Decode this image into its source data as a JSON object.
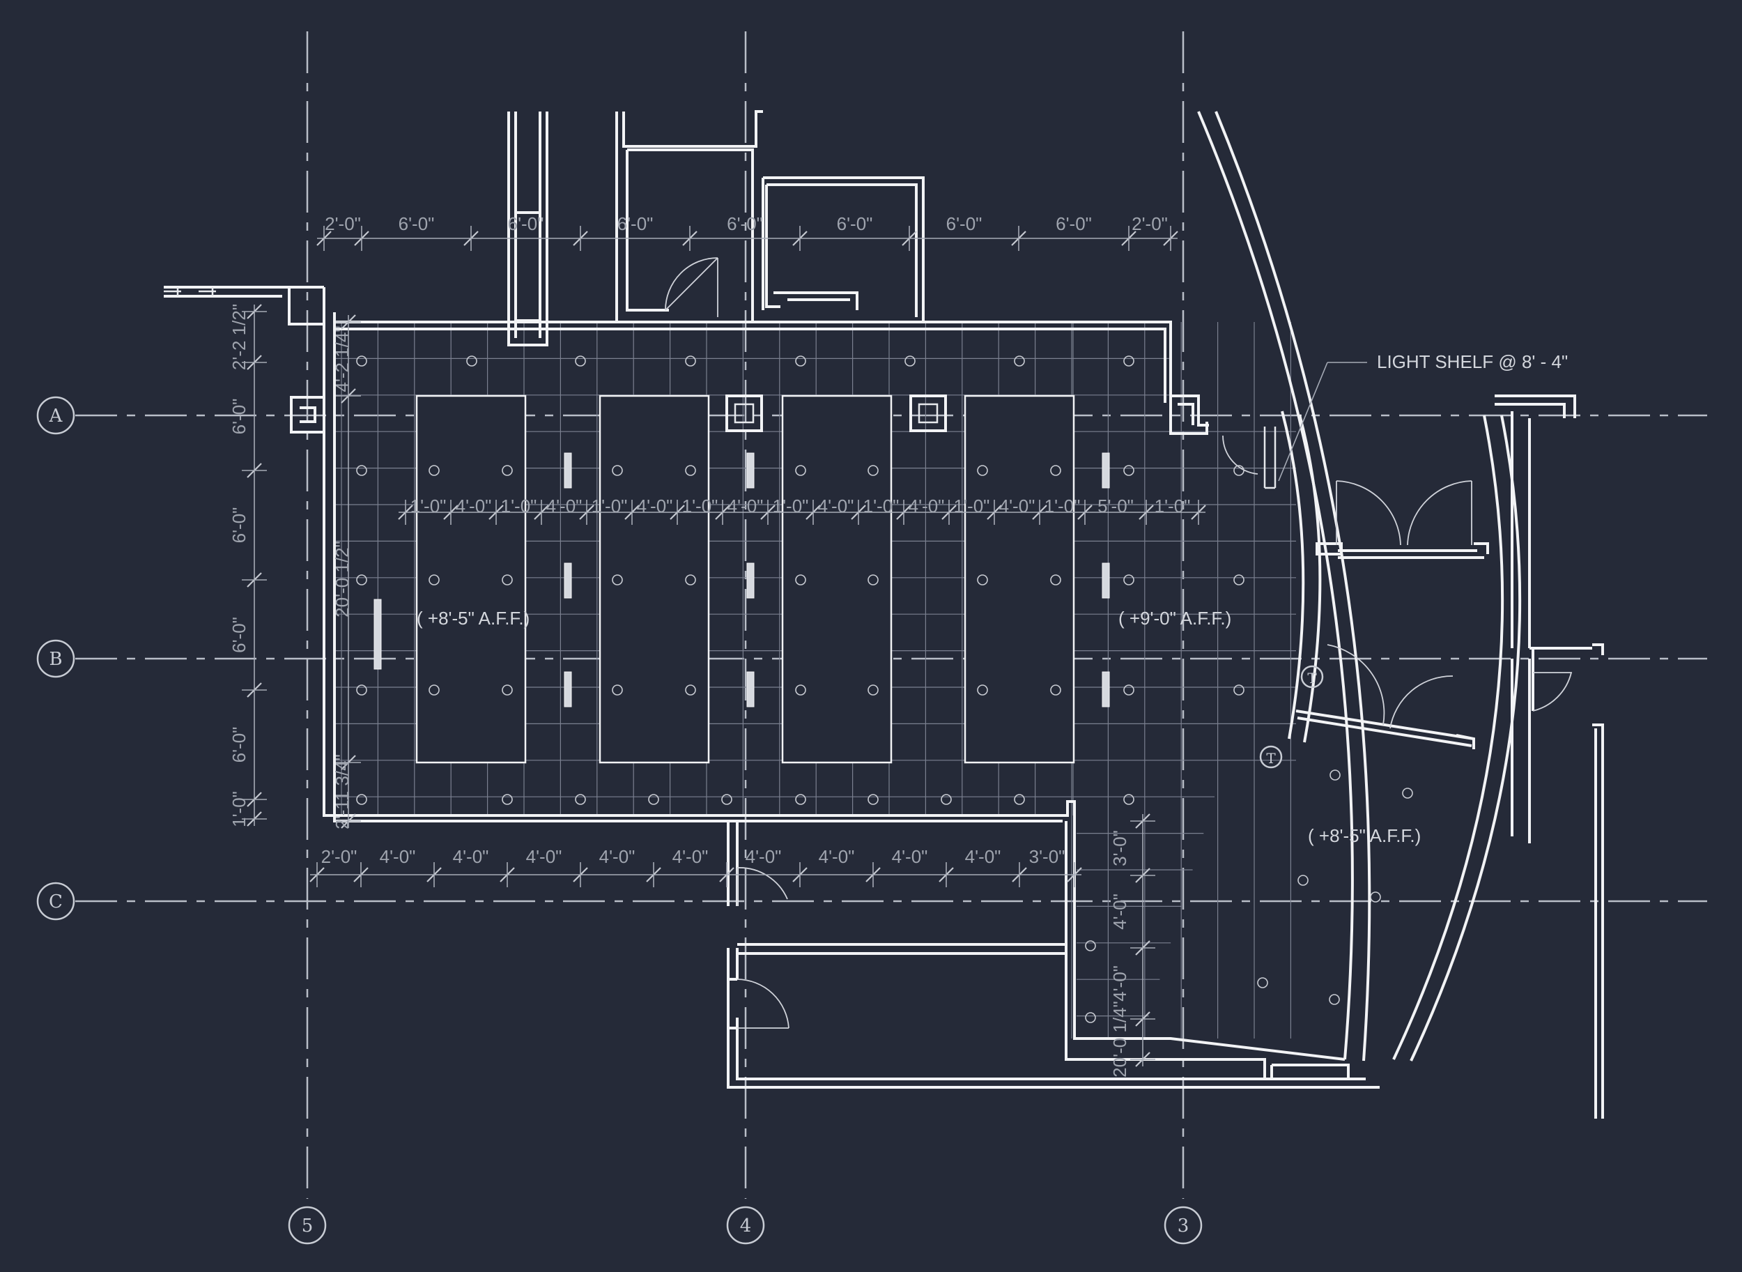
{
  "grid": {
    "rows": [
      "A",
      "B",
      "C"
    ],
    "columns": [
      "5",
      "4",
      "3"
    ]
  },
  "dimensions": {
    "top": [
      "2'-0\"",
      "6'-0\"",
      "6'-0\"",
      "6'-0\"",
      "6'-0\"",
      "6'-0\"",
      "6'-0\"",
      "6'-0\"",
      "2'-0\""
    ],
    "middle": [
      "1'-0\"",
      "4'-0\"",
      "1'-0\"",
      "4'-0\"",
      "1'-0\"",
      "4'-0\"",
      "1'-0\"",
      "4'-0\"",
      "1'-0\"",
      "4'-0\"",
      "1'-0\"",
      "4'-0\"",
      "1'-0\"",
      "4'-0\"",
      "1'-0\"",
      "5'-0\"",
      "1'-0\""
    ],
    "bottom": [
      "2'-0\"",
      "4'-0\"",
      "4'-0\"",
      "4'-0\"",
      "4'-0\"",
      "4'-0\"",
      "4'-0\"",
      "4'-0\"",
      "4'-0\"",
      "4'-0\"",
      "3'-0\""
    ],
    "left": [
      "2'-2 1/2\"",
      "6'-0\"",
      "6'-0\"",
      "6'-0\"",
      "6'-0\"",
      "1'-0\""
    ],
    "left_inner": [
      "4'-2 1/4\"",
      "20'-0 1/2\"",
      "2'-11 3/4\""
    ],
    "lower_right": [
      "3'-0\"",
      "4'-0\"",
      "4'-0\"",
      "20'-0 1/4\""
    ]
  },
  "labels": {
    "light_shelf": "LIGHT SHELF @ 8' - 4\"",
    "ceiling_left": "( +8'-5\" A.F.F.)",
    "ceiling_right": "( +9'-0\" A.F.F.)",
    "ceiling_lower": "( +8'-5\" A.F.F.)",
    "thermostat": "T"
  },
  "colors": {
    "background": "#252a38",
    "linework": "#f2f3f5",
    "dimension": "#9fa4ae"
  }
}
